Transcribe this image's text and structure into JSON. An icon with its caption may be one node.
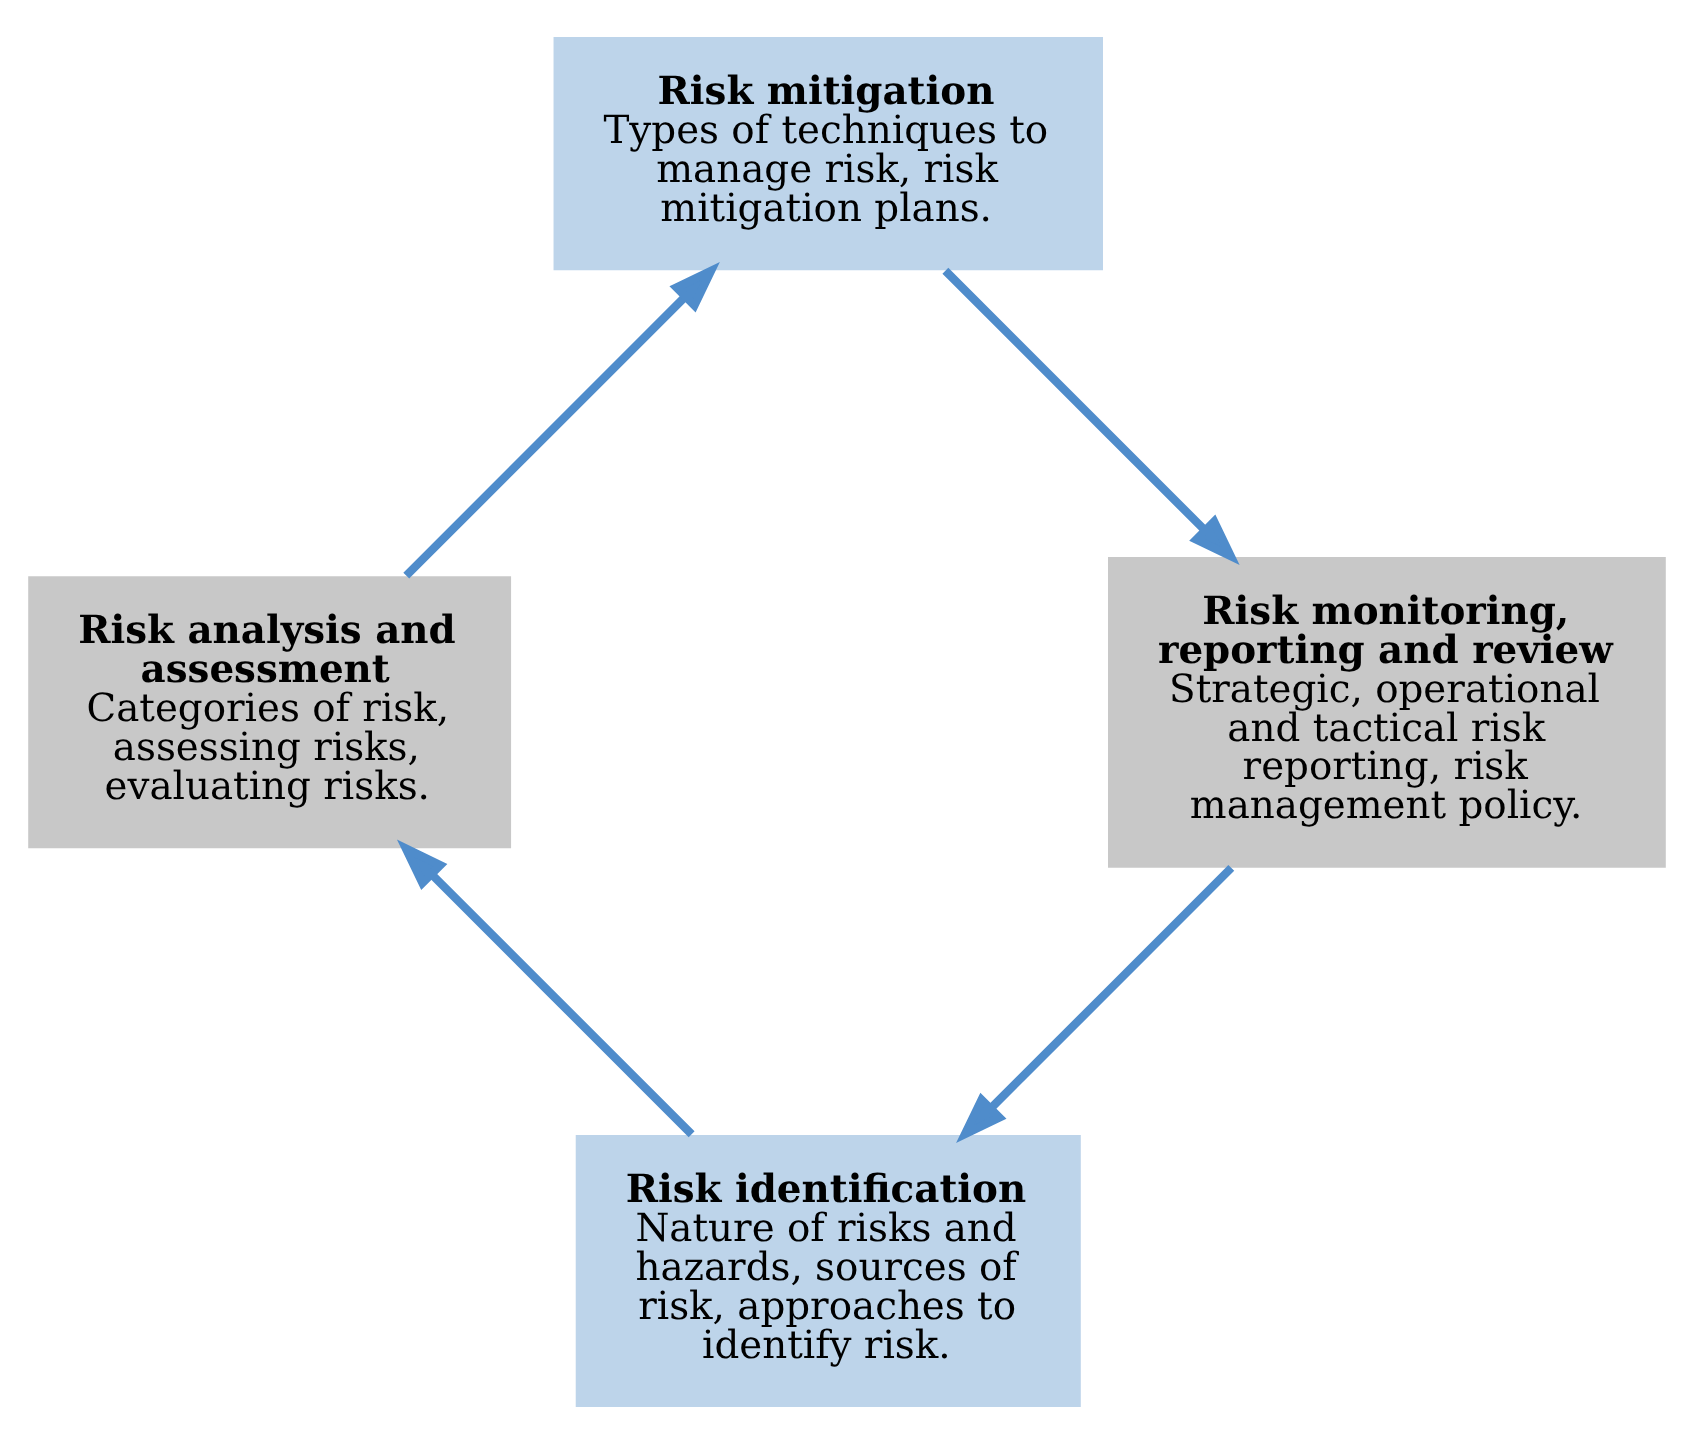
{
  "diagram": {
    "nodes": [
      {
        "text": [
          "Risk identification",
          "Nature of risks and hazards, sources of risk, approaches to identify risk."
        ]
      },
      {
        "text": [
          "Risk analysis and assessment",
          "Categories of risk, assessing risks, evaluating risks."
        ]
      },
      {
        "text": [
          "Risk mitigation",
          "Types of techniques to manage risk, risk mitigation plans."
        ]
      },
      {
        "text": [
          "Risk monitoring, reporting and review",
          "Strategic, operational and tactical risk reporting, risk management policy."
        ]
      }
    ],
    "edges": [
      {
        "from": 0,
        "to": 1,
        "arrow": "to"
      },
      {
        "from": 1,
        "to": 2,
        "arrow": "to"
      },
      {
        "from": 2,
        "to": 3,
        "arrow": "to"
      },
      {
        "from": 3,
        "to": 0,
        "arrow": "to"
      }
    ]
  }
}
